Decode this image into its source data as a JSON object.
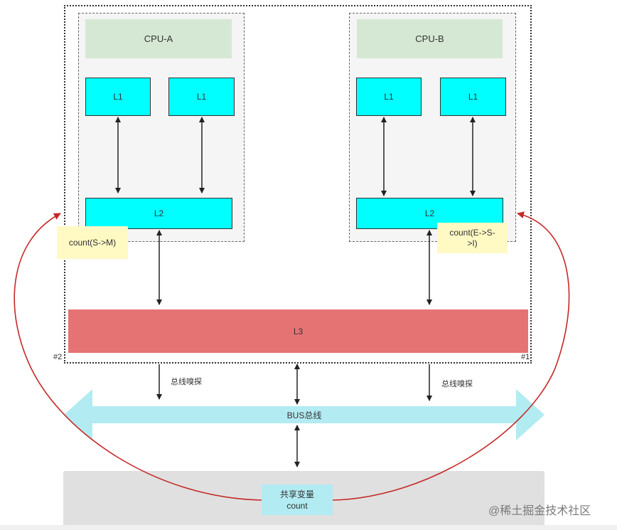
{
  "cpu_a": {
    "title": "CPU-A",
    "l1_left": "L1",
    "l1_right": "L1",
    "l2": "L2"
  },
  "cpu_b": {
    "title": "CPU-B",
    "l1_left": "L1",
    "l1_right": "L1",
    "l2": "L2"
  },
  "l3": "L3",
  "notes": {
    "cpu_a": "count(S->M)",
    "cpu_b_line1": "count(E->S-",
    "cpu_b_line2": ">I)"
  },
  "snoop_labels": {
    "left": "总线嗅探",
    "right": "总线嗅探"
  },
  "bus": "BUS总线",
  "shared_variable": {
    "line1": "共享变量",
    "line2": "count"
  },
  "markers": {
    "left": "#2",
    "right": "#1"
  },
  "watermark": "@稀土掘金技术社区",
  "colors": {
    "cache_fill": "#00ffff",
    "cpu_header_fill": "#d5e8d4",
    "l3_fill": "#e57373",
    "note_fill": "#fff9c4",
    "bus_fill": "#b2ebf2",
    "memory_fill": "#e0e0e0",
    "curve_color": "#c62828"
  }
}
